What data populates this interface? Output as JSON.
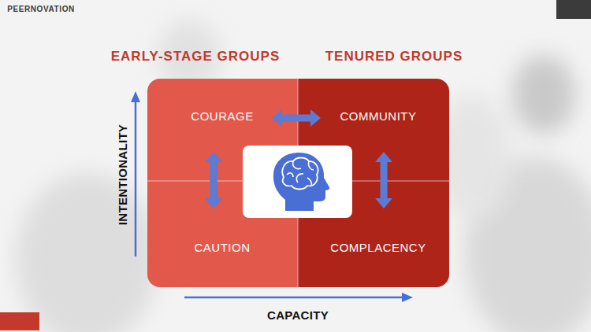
{
  "diagram": {
    "nodes": [
      {
        "text": [
          "COURAGE"
        ]
      },
      {
        "text": [
          "COMMUNITY"
        ]
      },
      {
        "text": [
          "CAUTION"
        ]
      },
      {
        "text": [
          "COMPLACENCY"
        ]
      }
    ],
    "edges": [
      {
        "from": 0,
        "to": 1,
        "arrow": "both"
      },
      {
        "from": 0,
        "to": 2,
        "arrow": "both"
      },
      {
        "from": 1,
        "to": 3,
        "arrow": "both"
      }
    ],
    "labels": [
      "PEERNOVATION",
      "EARLY-STAGE GROUPS",
      "TENURED GROUPS",
      "INTENTIONALITY",
      "CAPACITY"
    ]
  }
}
